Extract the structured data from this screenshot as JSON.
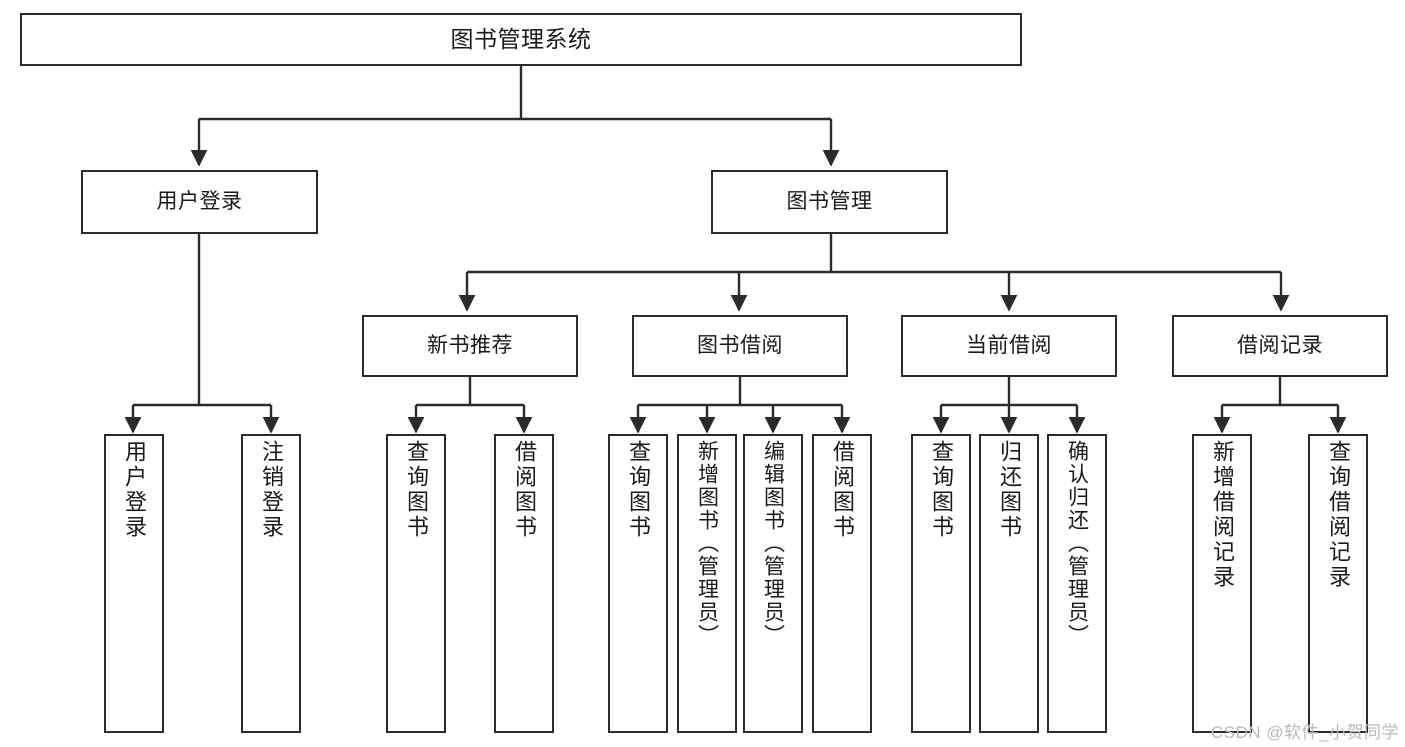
{
  "diagram": {
    "type": "tree",
    "title": "图书管理系统",
    "root": {
      "label": "图书管理系统"
    },
    "level2": [
      {
        "label": "用户登录"
      },
      {
        "label": "图书管理"
      }
    ],
    "level3": [
      {
        "label": "新书推荐"
      },
      {
        "label": "图书借阅"
      },
      {
        "label": "当前借阅"
      },
      {
        "label": "借阅记录"
      }
    ],
    "leaves": {
      "user_login": [
        {
          "label": "用户登录"
        },
        {
          "label": "注销登录"
        }
      ],
      "new_book_recommend": [
        {
          "label": "查询图书"
        },
        {
          "label": "借阅图书"
        }
      ],
      "book_borrow": [
        {
          "label": "查询图书"
        },
        {
          "label": "新增图书（管理员）"
        },
        {
          "label": "编辑图书（管理员）"
        },
        {
          "label": "借阅图书"
        }
      ],
      "current_borrow": [
        {
          "label": "查询图书"
        },
        {
          "label": "归还图书"
        },
        {
          "label": "确认归还（管理员）"
        }
      ],
      "borrow_record": [
        {
          "label": "新增借阅记录"
        },
        {
          "label": "查询借阅记录"
        }
      ]
    }
  },
  "watermark": {
    "text": "CSDN @软件_小贺同学"
  },
  "colors": {
    "border": "#2b2b2b",
    "background": "#ffffff",
    "text": "#1a1a1a",
    "connector": "#2b2b2b",
    "watermark": "#b9b9b9"
  }
}
